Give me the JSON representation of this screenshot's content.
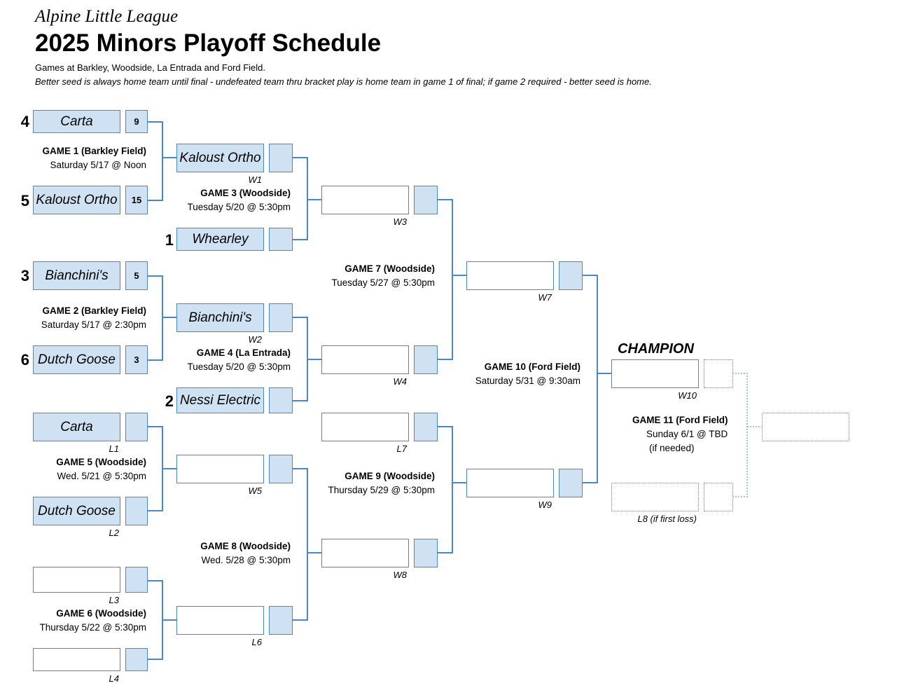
{
  "header": {
    "league": "Alpine Little League",
    "title": "2025 Minors Playoff Schedule",
    "subtitle1": "Games at Barkley, Woodside, La Entrada and Ford Field.",
    "subtitle2": "Better seed is always home team until final - undefeated team thru bracket play is home team in game 1 of final; if game 2 required - better seed is home."
  },
  "seeds": {
    "s1": "1",
    "s2": "2",
    "s3": "3",
    "s4": "4",
    "s5": "5",
    "s6": "6"
  },
  "teams": {
    "g1_top": "Carta",
    "g1_top_score": "9",
    "g1_bot": "Kaloust Ortho",
    "g1_bot_score": "15",
    "g3_top": "Kaloust Ortho",
    "g3_bot": "Whearley",
    "g2_top": "Bianchini's",
    "g2_top_score": "5",
    "g2_bot": "Dutch Goose",
    "g2_bot_score": "3",
    "g4_top": "Bianchini's",
    "g4_bot": "Nessi Electric",
    "g5_top": "Carta",
    "g5_bot": "Dutch Goose"
  },
  "labels": {
    "w1": "W1",
    "w2": "W2",
    "w3": "W3",
    "w4": "W4",
    "w5": "W5",
    "w7": "W7",
    "w8": "W8",
    "w9": "W9",
    "w10": "W10",
    "l1": "L1",
    "l2": "L2",
    "l3": "L3",
    "l4": "L4",
    "l6": "L6",
    "l7": "L7",
    "l8": "L8 (if first loss)"
  },
  "champion": "CHAMPION",
  "games": {
    "g1": {
      "title": "GAME 1 (Barkley Field)",
      "when": "Saturday 5/17 @ Noon"
    },
    "g2": {
      "title": "GAME 2 (Barkley Field)",
      "when": "Saturday 5/17 @ 2:30pm"
    },
    "g3": {
      "title": "GAME 3 (Woodside)",
      "when": "Tuesday 5/20 @ 5:30pm"
    },
    "g4": {
      "title": "GAME 4 (La Entrada)",
      "when": "Tuesday 5/20 @ 5:30pm"
    },
    "g5": {
      "title": "GAME 5 (Woodside)",
      "when": "Wed. 5/21 @ 5:30pm"
    },
    "g6": {
      "title": "GAME 6 (Woodside)",
      "when": "Thursday 5/22 @ 5:30pm"
    },
    "g7": {
      "title": "GAME 7 (Woodside)",
      "when": "Tuesday 5/27 @ 5:30pm"
    },
    "g8": {
      "title": "GAME 8 (Woodside)",
      "when": "Wed. 5/28 @ 5:30pm"
    },
    "g9": {
      "title": "GAME 9 (Woodside)",
      "when": "Thursday 5/29 @ 5:30pm"
    },
    "g10": {
      "title": "GAME 10 (Ford Field)",
      "when": "Saturday 5/31 @ 9:30am"
    },
    "g11": {
      "title": "GAME 11 (Ford Field)",
      "when": "Sunday 6/1 @ TBD",
      "note": "(if needed)"
    }
  },
  "colors": {
    "line": "#4a86c8",
    "fill": "#cfe2f3"
  }
}
